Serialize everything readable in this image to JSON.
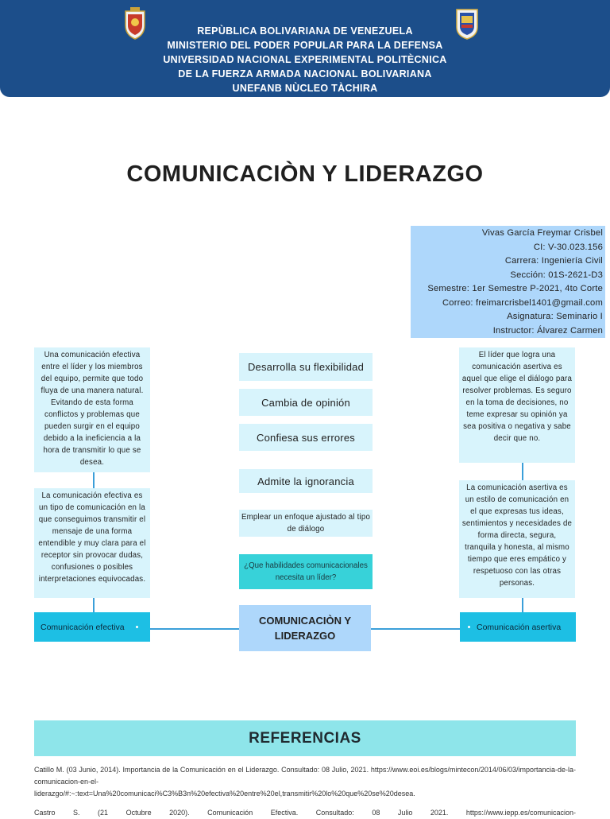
{
  "header": {
    "lines": [
      "REPÙBLICA BOLIVARIANA DE VENEZUELA",
      "MINISTERIO DEL PODER POPULAR PARA LA DEFENSA",
      "UNIVERSIDAD NACIONAL EXPERIMENTAL POLITÈCNICA",
      "DE LA FUERZA ARMADA NACIONAL BOLIVARIANA",
      "UNEFANB NÙCLEO TÀCHIRA"
    ],
    "bg_color": "#1c4e8a"
  },
  "title": "COMUNICACIÒN Y LIDERAZGO",
  "student": [
    "Vivas García Freymar Crisbel",
    "CI: V-30.023.156",
    "Carrera: Ingeniería Civil",
    "Sección: 01S-2621-D3",
    "Semestre: 1er Semestre P-2021, 4to Corte",
    "Correo: freimarcrisbel1401@gmail.com",
    "Asignatura: Seminario I",
    "Instructor: Álvarez Carmen"
  ],
  "left": {
    "para1": "Una comunicación efectiva entre el líder y los miembros del equipo, permite que todo fluya de una manera natural. Evitando de esta forma conflictos y problemas que pueden surgir en el equipo debido a la ineficiencia a la hora de transmitir lo que se desea.",
    "para2": "La comunicación efectiva es un tipo de comunicación en la que conseguimos transmitir el mensaje de una forma entendible y muy clara para el receptor sin provocar dudas, confusiones o posibles interpretaciones equivocadas.",
    "label": "Comunicación efectiva"
  },
  "right": {
    "para1": "El líder que logra una comunicación asertiva es aquel que elige el diálogo para resolver problemas. Es seguro en la toma de decisiones, no teme expresar su opinión ya sea positiva o negativa y sabe decir que no.",
    "para2": "La comunicación asertiva es un estilo de comunicación en el que expresas tus ideas, sentimientos y necesidades de forma directa, segura, tranquila y honesta, al mismo tiempo que eres empático y respetuoso con las otras personas.",
    "label": "Comunicación asertiva"
  },
  "center": {
    "traits": [
      "Desarrolla su flexibilidad",
      "Cambia de opinión",
      "Confiesa sus errores",
      "Admite la ignorancia",
      "Emplear un enfoque ajustado al tipo de diálogo"
    ],
    "question": "¿Que habilidades comunicacionales necesita un líder?",
    "main_line1": "COMUNICACIÒN Y",
    "main_line2": "LIDERAZGO"
  },
  "references": {
    "heading": "REFERENCIAS",
    "ref1_line1": "Catillo M. (03 Junio, 2014). Importancia de la Comunicación en el Liderazgo. Consultado: 08 Julio, 2021. https://www.eoi.es/blogs/mintecon/2014/06/03/importancia-de-la-comunicacion-en-el-",
    "ref1_line2": "liderazgo/#:~:text=Una%20comunicaci%C3%B3n%20efectiva%20entre%20el,transmitir%20lo%20que%20se%20desea.",
    "ref2_line1": "Castro S. (21 Octubre 2020). Comunicación Efectiva. Consultado: 08 Julio 2021. https://www.iepp.es/comunicacion-"
  },
  "colors": {
    "light_box": "#d8f4fc",
    "student_box": "#aed7fb",
    "label_box": "#1dbfe4",
    "question_box": "#37d2d9",
    "ref_band": "#8ee5ea",
    "connector": "#3b9fd9"
  },
  "icons": {
    "left_crest": "university-crest-emblem",
    "right_crest": "naval-shield-emblem"
  }
}
